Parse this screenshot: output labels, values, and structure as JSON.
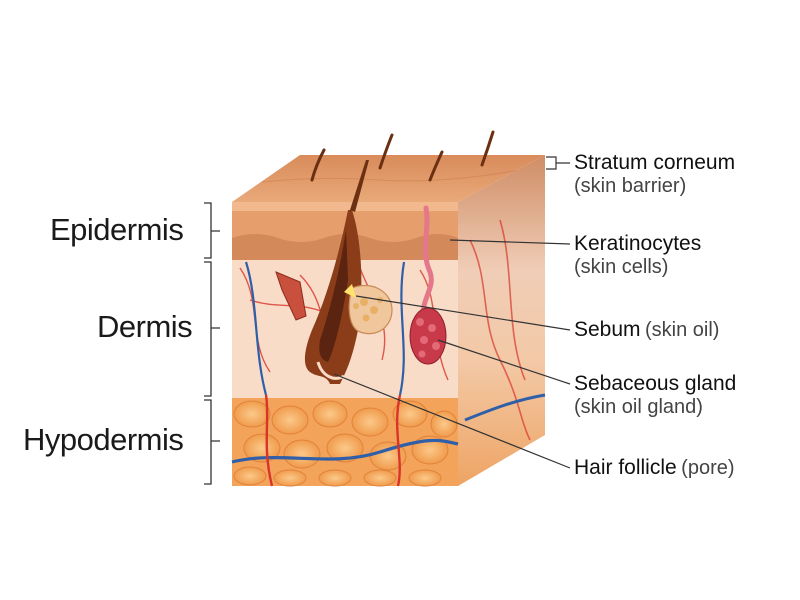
{
  "layers": [
    {
      "name": "Epidermis"
    },
    {
      "name": "Dermis"
    },
    {
      "name": "Hypodermis"
    }
  ],
  "parts": [
    {
      "title": "Stratum corneum",
      "subtitle": "(skin barrier)"
    },
    {
      "title": "Keratinocytes",
      "subtitle": "(skin cells)"
    },
    {
      "title": "Sebum",
      "subtitle": "(skin oil)"
    },
    {
      "title": "Sebaceous gland",
      "subtitle": "(skin oil gland)"
    },
    {
      "title": "Hair follicle",
      "subtitle": "(pore)"
    }
  ],
  "colors": {
    "epidermis": "#e7a070",
    "dermis": "#f8dcc8",
    "hypodermis": "#f3a75a",
    "artery": "#d9342b",
    "vein": "#2f5fa8",
    "hair": "#6b2f12",
    "leader": "#333333"
  }
}
